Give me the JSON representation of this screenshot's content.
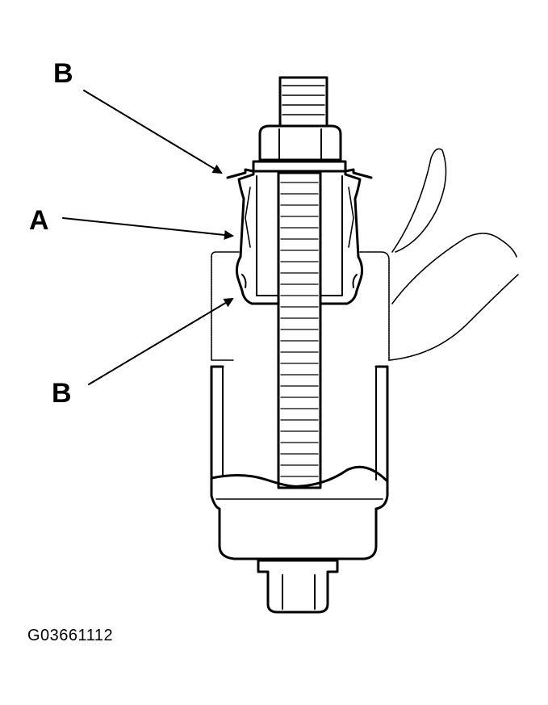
{
  "figure": {
    "callouts": {
      "top_b": "B",
      "a": "A",
      "bottom_b": "B"
    },
    "figure_id": "G03661112"
  }
}
